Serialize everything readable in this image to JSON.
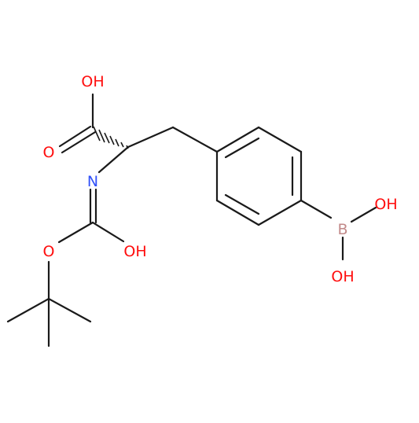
{
  "colors": {
    "bond": "#1a1a1a",
    "oxygen": "#ff0d0d",
    "nitrogen": "#3050f8",
    "boron": "#c28a8a"
  },
  "atoms": {
    "oh_acid": "OH",
    "o_carbonyl": "O",
    "n_amine": "N",
    "o_ester": "O",
    "oh_carbamate": "OH",
    "boron": "B",
    "oh_boron_1": "OH",
    "oh_boron_2": "OH"
  }
}
